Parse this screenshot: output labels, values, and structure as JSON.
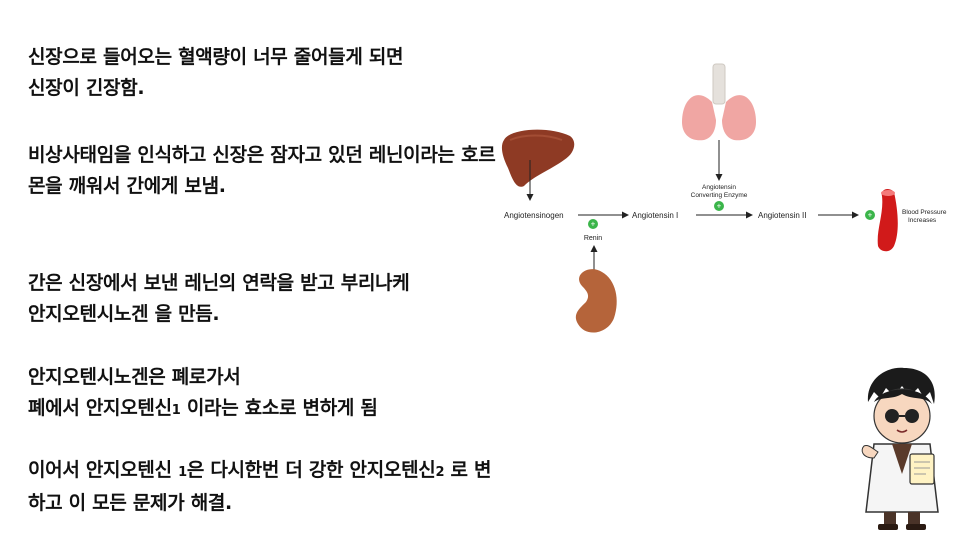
{
  "text": {
    "p1_l1": "신장으로 들어오는 혈액량이 너무 줄어들게 되면",
    "p1_l2": "신장이 긴장함.",
    "p2_l1": "비상사태임을 인식하고 신장은 잠자고 있던 레닌이라는 호르",
    "p2_l2": "몬을 깨워서  간에게 보냄.",
    "p3_l1": "간은 신장에서 보낸 레닌의 연락을 받고 부리나케",
    "p3_l2": "안지오텐시노겐 을 만듬.",
    "p4_l1": "안지오텐시노겐은 폐로가서",
    "p4_l2a": "폐에서 안지오텐신",
    "p4_l2_num": "1",
    "p4_l2b": " 이라는 효소로 변하게 됨",
    "p5_l1a": "이어서 안지오텐신 ",
    "p5_l1_num1": "1",
    "p5_l1b": "은 다시한번 더 강한 안지오텐신",
    "p5_l1_num2": "2",
    "p5_l1c": " 로 변",
    "p5_l2": "하고  이 모든 문제가 해결."
  },
  "diagram": {
    "angiotensinogen": "Angiotensinogen",
    "renin": "Renin",
    "angiotensin1": "Angiotensin I",
    "ace_line1": "Angiotensin",
    "ace_line2": "Converting Enzyme",
    "angiotensin2": "Angiotensin II",
    "bp_line1": "Blood Pressure",
    "bp_line2": "Increases",
    "plus": "+"
  },
  "colors": {
    "liver": "#8e3a24",
    "kidney": "#b5643a",
    "lungs": "#f0a6a3",
    "trachea": "#e5e1dc",
    "vessel": "#d11a1a",
    "plus_badge": "#3bb54a"
  },
  "icons": [
    "liver-icon",
    "kidney-icon",
    "lungs-icon",
    "blood-vessel-icon",
    "professor-character"
  ]
}
